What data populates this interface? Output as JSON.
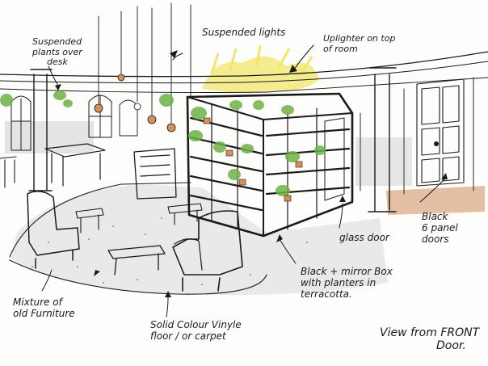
{
  "annotations": {
    "suspended_plants": [
      "Suspended",
      "plants over",
      "desk"
    ],
    "suspended_lights": "Suspended lights",
    "uplighter": [
      "Uplighter on top",
      "of room"
    ],
    "glass_door": "glass door",
    "black_doors": [
      "Black",
      "6 panel",
      "doors"
    ],
    "black_box": [
      "Black + mirror Box",
      "with planters in",
      "terracotta."
    ],
    "furniture": [
      "Mixture of",
      "old Furniture"
    ],
    "flooring": [
      "Solid Colour Vinyle",
      "floor / or carpet"
    ],
    "view": [
      "View from FRONT",
      "Door."
    ]
  },
  "colors": {
    "ink": "#1a1a1a",
    "floor_grey": "#d6d6d6",
    "uplight_yellow": "#f2e56b",
    "terracotta": "#d89055",
    "plant_green": "#6fb347",
    "door_tan": "#c9a27e"
  }
}
